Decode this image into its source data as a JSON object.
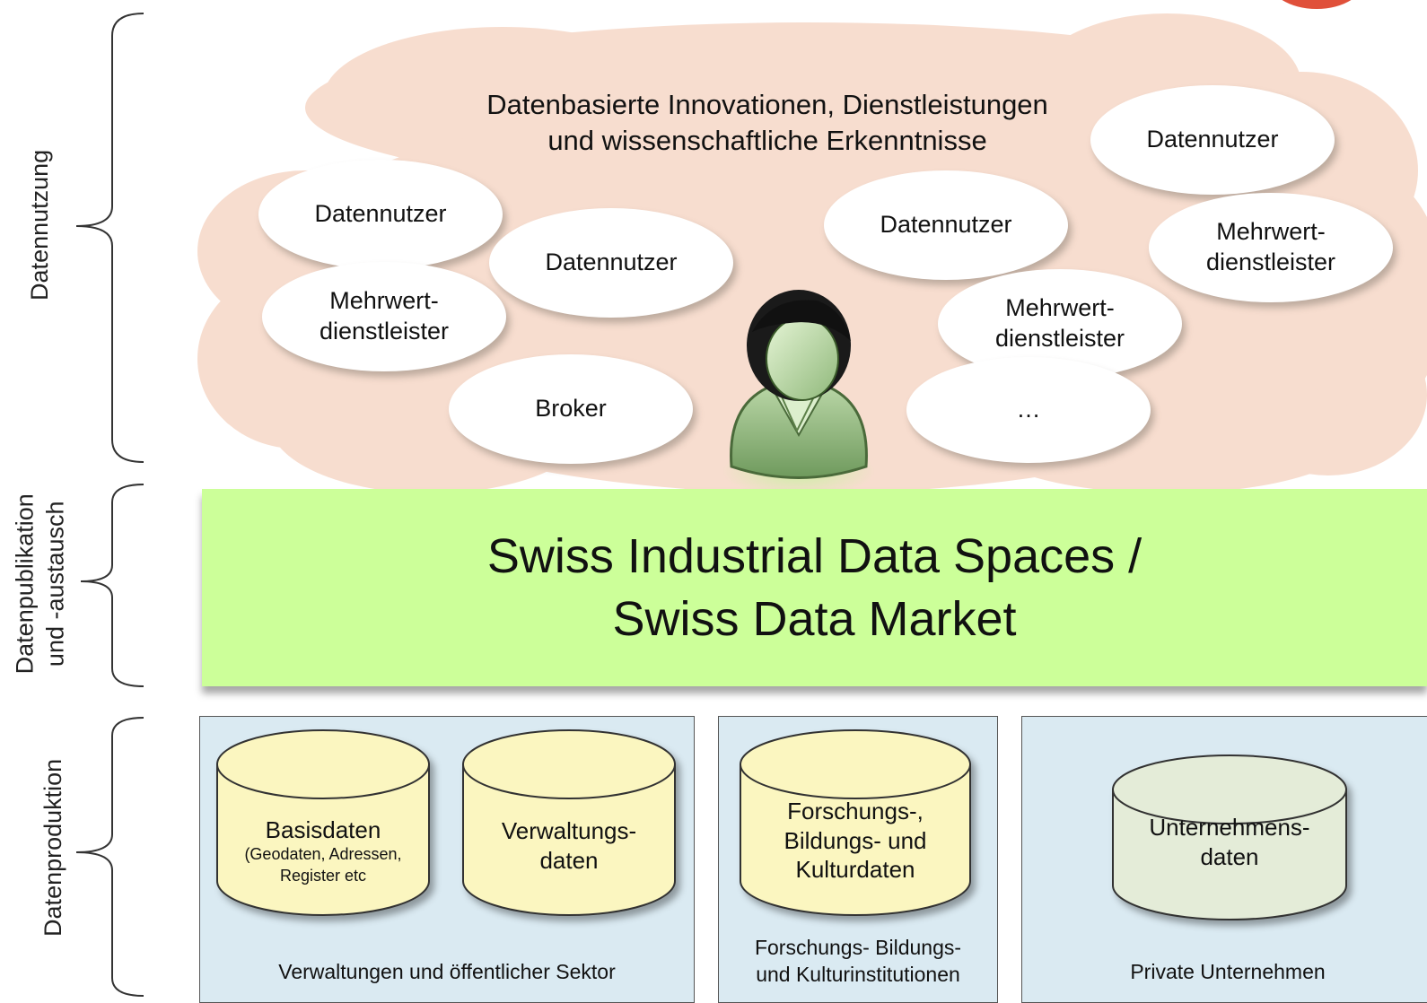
{
  "side_labels": {
    "nutzung": "Datennutzung",
    "publikation_1": "Datenpublikation",
    "publikation_2": "und -austausch",
    "produktion": "Datenproduktion"
  },
  "cloud": {
    "headline_1": "Datenbasierte Innovationen, Dienstleistungen",
    "headline_2": "und wissenschaftliche Erkenntnisse",
    "bubbles": [
      {
        "lines": [
          "Datennutzer"
        ]
      },
      {
        "lines": [
          "Datennutzer"
        ]
      },
      {
        "lines": [
          "Mehrwert-",
          "dienstleister"
        ]
      },
      {
        "lines": [
          "Broker"
        ]
      },
      {
        "lines": [
          "Datennutzer"
        ]
      },
      {
        "lines": [
          "Mehrwert-",
          "dienstleister"
        ]
      },
      {
        "lines": [
          "…"
        ]
      },
      {
        "lines": [
          "Datennutzer"
        ]
      },
      {
        "lines": [
          "Mehrwert-",
          "dienstleister"
        ]
      }
    ]
  },
  "market": {
    "line_1": "Swiss Industrial Data Spaces /",
    "line_2": "Swiss Data Market"
  },
  "panels": {
    "public": {
      "label": "Verwaltungen und öffentlicher Sektor",
      "db_basis_title": "Basisdaten",
      "db_basis_sub_1": "(Geodaten, Adressen,",
      "db_basis_sub_2": "Register etc",
      "db_verwaltung_1": "Verwaltungs-",
      "db_verwaltung_2": "daten"
    },
    "research": {
      "label_1": "Forschungs- Bildungs-",
      "label_2": "und Kulturinstitutionen",
      "db_1": "Forschungs-,",
      "db_2": "Bildungs- und",
      "db_3": "Kulturdaten"
    },
    "private": {
      "label": "Private Unternehmen",
      "db_1": "Unternehmens-",
      "db_2": "daten"
    }
  },
  "colors": {
    "cloud": "#f7ddcf",
    "market": "#ccff99",
    "panel": "#daeaf2",
    "cylinder_yellow": "#fbf6c0",
    "cylinder_grey": "#e4ecd8",
    "accent_red": "#e0503a"
  }
}
